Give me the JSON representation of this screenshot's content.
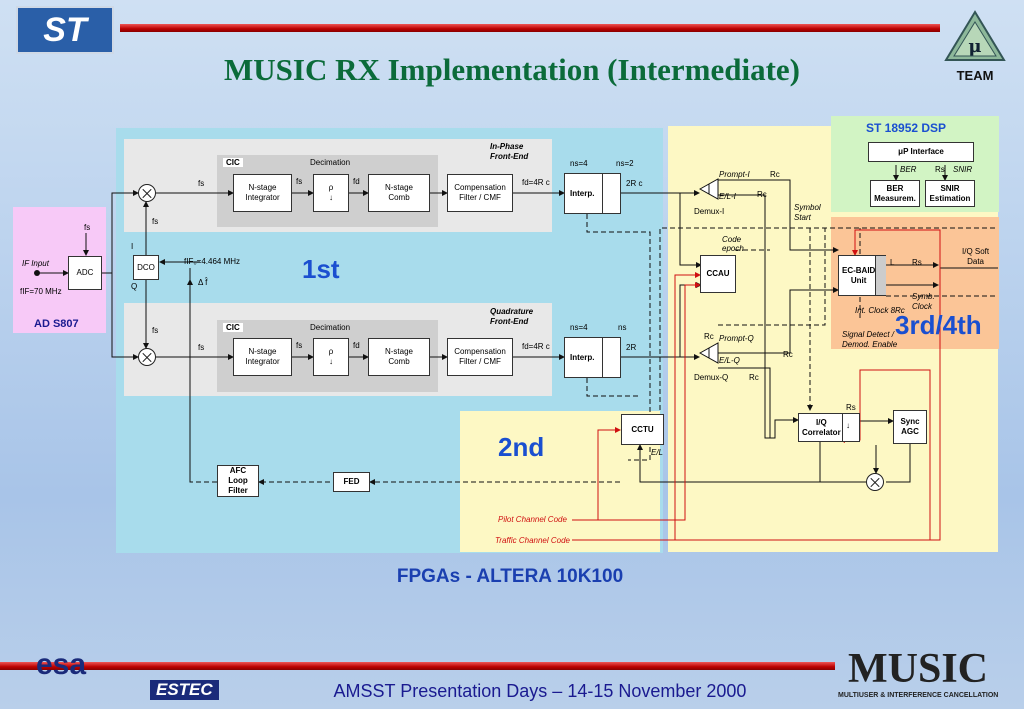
{
  "title": "MUSIC RX Implementation (Intermediate)",
  "logos": {
    "st": "ST",
    "team": "TEAM",
    "mu": "μ",
    "esa": "esa",
    "estec": "ESTEC",
    "music": "MUSIC",
    "music_sub": "MULTIUSER & INTERFERENCE CANCELLATION"
  },
  "footer": "AMSST Presentation Days – 14-15 November 2000",
  "fpga_label": "FPGAs  - ALTERA 10K100",
  "colors": {
    "title": "#0b6b3a",
    "region_fpga": "#a8dcec",
    "region_2nd": "#fdf8c4",
    "region_dsp": "#d2f4c4",
    "region_3rd": "#fbc597",
    "region_ad": "#f7c9f7",
    "connection_red": "#d01010",
    "accent_blue": "#1a4fd0"
  },
  "ad": {
    "label": "AD S807",
    "if_input": "IF Input",
    "fif": "fIF=70 MHz",
    "adc": "ADC",
    "fs": "fs"
  },
  "dco": {
    "label": "DCO",
    "i": "I",
    "q": "Q",
    "fif_label": "fIF₀=4.464 MHz",
    "delta_f": "Δ f̂"
  },
  "region_labels": {
    "first": "1st",
    "second": "2nd",
    "third": "3rd/4th"
  },
  "inphase": {
    "header": "In-Phase\nFront-End",
    "cic": "CIC",
    "decimation": "Decimation",
    "integrator": "N-stage\nIntegrator",
    "rho": "ρ",
    "comb": "N-stage\nComb",
    "comp": "Compensation\nFilter / CMF",
    "fd_out": "fd=4R c",
    "interp": "Interp.",
    "ns4": "ns=4",
    "ns2": "ns=2",
    "r2c": "2R c",
    "fs": "fs",
    "fs2": "fs",
    "fd": "fd",
    "fs_in": "fs"
  },
  "quad": {
    "header": "Quadrature\nFront-End",
    "cic": "CIC",
    "decimation": "Decimation",
    "integrator": "N-stage\nIntegrator",
    "rho": "ρ",
    "comb": "N-stage\nComb",
    "comp": "Compensation\nFilter / CMF",
    "fd_out": "fd=4R c",
    "interp": "Interp.",
    "ns4": "ns=4",
    "ns": "ns",
    "r2c": "2R",
    "fs": "fs",
    "fs2": "fs",
    "fd": "fd",
    "fs_in": "fs"
  },
  "despread": {
    "demux_i": "Demux-I",
    "demux_q": "Demux-Q",
    "prompt_i": "Prompt-I",
    "el_i": "E/L-I",
    "prompt_q": "Prompt-Q",
    "el_q": "E/L-Q",
    "rc1": "Rc",
    "rc2": "Rc",
    "rc3": "Rc",
    "rc4": "Rc",
    "rc5": "Rc",
    "rc6": "Rc"
  },
  "ccau": {
    "label": "CCAU",
    "code_epoch": "Code\nepoch",
    "symbol_start": "Symbol\nStart"
  },
  "cctu": {
    "label": "CCTU",
    "el": "E/L"
  },
  "iq": {
    "label": "I/Q\nCorrelator",
    "rs": "Rs"
  },
  "sync": {
    "label": "Sync\nAGC"
  },
  "afc": {
    "label": "AFC\nLoop\nFilter",
    "fed": "FED"
  },
  "dsp": {
    "title": "ST 18952 DSP",
    "up": "μP Interface",
    "ber_lbl": "BER",
    "rs_lbl": "Rs",
    "snir_lbl": "SNIR",
    "ber": "BER\nMeasurem.",
    "snir": "SNIR\nEstimation"
  },
  "ecbaid": {
    "label": "EC-BAID\nUnit",
    "l": "L",
    "rs": "Rs",
    "iq_soft": "I/Q Soft\nData",
    "symb_clock": "Symb.\nClock",
    "int_clock": "Int. Clock 8Rc",
    "signal_detect": "Signal Detect /\nDemod. Enable"
  },
  "codes": {
    "pilot": "Pilot Channel Code",
    "traffic": "Traffic Channel Code"
  }
}
